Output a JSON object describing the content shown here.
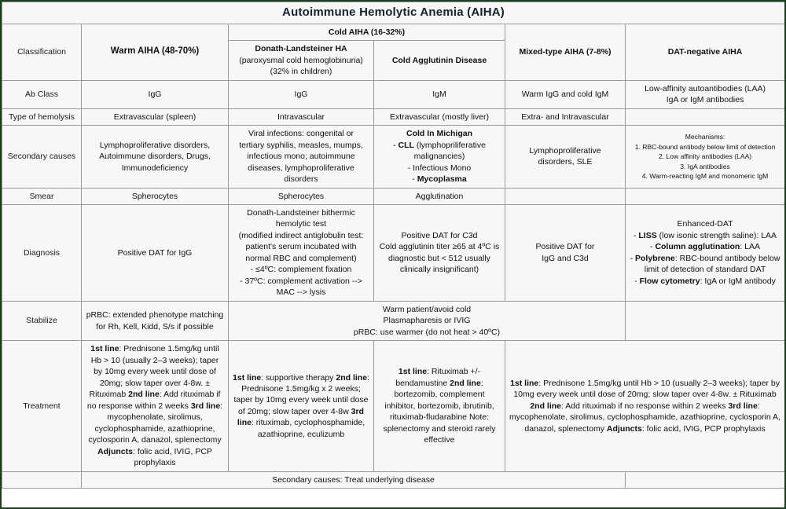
{
  "title": "Autoimmune Hemolytic Anemia (AIHA)",
  "colors": {
    "title_band": "#8ed8f0",
    "warm": "#f2ae93",
    "cold": "#d4ecf7",
    "mixed": "#c3dcb5",
    "row_header": "#e4e4e4",
    "cell": "#f7f7f7",
    "border": "#9a9a9a",
    "outer_border": "#1d3b1f"
  },
  "row_headers": {
    "classification": "Classification",
    "ab_class": "Ab Class",
    "type_of_hemolysis": "Type of hemolysis",
    "secondary_causes": "Secondary causes",
    "smear": "Smear",
    "diagnosis": "Diagnosis",
    "stabilize": "Stabilize",
    "treatment": "Treatment"
  },
  "classification": {
    "warm": "Warm AIHA (48-70%)",
    "cold_group": "Cold AIHA (16-32%)",
    "dl_line1": "Donath-Landsteiner HA",
    "dl_line2": "(paroxysmal cold hemoglobinuria)",
    "dl_line3": "(32% in children)",
    "cad": "Cold Agglutinin Disease",
    "mixed": "Mixed-type AIHA (7-8%)",
    "dat_negative": "DAT-negative AIHA"
  },
  "ab_class": {
    "warm": "IgG",
    "dl": "IgG",
    "cad": "IgM",
    "mixed": "Warm IgG and cold IgM",
    "dat_line1": "Low-affinity autoantibodies (LAA)",
    "dat_line2": "IgA or IgM antibodies"
  },
  "type_of_hemolysis": {
    "warm": "Extravascular (spleen)",
    "dl": "Intravascular",
    "cad": "Extravascular (mostly liver)",
    "mixed": "Extra- and Intravascular",
    "dat": ""
  },
  "secondary_causes": {
    "warm_line1": "Lymphoproliferative disorders,",
    "warm_line2": "Autoimmune disorders, Drugs,",
    "warm_line3": "Immunodeficiency",
    "dl_line1": "Viral infections: congenital or",
    "dl_line2": "tertiary syphilis, measles, mumps,",
    "dl_line3": "infectious mono; autoimmune",
    "dl_line4": "diseases, lymphoproliferative",
    "dl_line5": "disorders",
    "cad_title": "Cold In Michigan",
    "cad_item1_bold": "CLL",
    "cad_item1_rest": " (lymphopriliferative",
    "cad_item1_cont": "malignancies)",
    "cad_item2": "- Infectious Mono",
    "cad_item3_bold": "Mycoplasma",
    "mixed_line1": "Lymphoproliferative",
    "mixed_line2": "disorders,  SLE",
    "dat_title": "Mechanisms:",
    "dat_item1": "1. RBC-bound antibody below limit of detection",
    "dat_item2": "2. Low affinity antibodies (LAA)",
    "dat_item3": "3. IgA antibodies",
    "dat_item4": "4. Warm-reacting IgM and monomeric IgM"
  },
  "smear": {
    "warm": "Spherocytes",
    "dl": "Spherocytes",
    "cad": "Agglutination",
    "mixed": "",
    "dat": ""
  },
  "diagnosis": {
    "warm": "Positive DAT for IgG",
    "dl_line1": "Donath-Landsteiner bithermic",
    "dl_line2": "hemolytic test",
    "dl_line3": "(modified indirect antiglobulin test:",
    "dl_line4": "patient's serum incubated with",
    "dl_line5": "normal RBC and complement)",
    "dl_line6": "-  ≤4ºC: complement fixation",
    "dl_line7": "- 37ºC: complement activation -->",
    "dl_line8": "MAC --> lysis",
    "cad_line1": "Positive DAT for C3d",
    "cad_line2": "Cold agglutinin titer ≥65 at 4ºC is",
    "cad_line3": "diagnostic but < 512 usually",
    "cad_line4": "clinically insignificant)",
    "mixed_line1": "Positive DAT for",
    "mixed_line2": "IgG and C3d",
    "dat_title": "Enhanced-DAT",
    "dat_item1_pre": "- ",
    "dat_item1_bold": "LISS",
    "dat_item1_rest": " (low isonic strength saline): LAA",
    "dat_item2_bold": "Column agglutination",
    "dat_item2_rest": ": LAA",
    "dat_item3_bold": "Polybrene",
    "dat_item3_rest": ": RBC-bound antibody below",
    "dat_item3_cont": "limit of detection of standard DAT",
    "dat_item4_bold": "Flow cytometry",
    "dat_item4_rest": ": IgA or IgM antibody"
  },
  "stabilize": {
    "warm_line1": "pRBC: extended phenotype matching",
    "warm_line2": "for Rh, Kell, Kidd, S/s if possible",
    "cold_line1": "Warm patient/avoid cold",
    "cold_line2": "Plasmapharesis or IVIG",
    "cold_line3": "pRBC: use warmer (do not heat > 40ºC)",
    "dat": ""
  },
  "treatment": {
    "warm": {
      "l1_label": "1st line",
      "l1_text": ": Prednisone 1.5mg/kg until Hb > 10 (usually 2–3 weeks); taper by 10mg every week until dose of 20mg; slow taper over 4-8w. ± Rituximab",
      "l2_label": "2nd line",
      "l2_text": ": Add rituximab if no response within 2 weeks",
      "l3_label": "3rd line",
      "l3_text": ": mycophenolate, sirolimus, cyclophosphamide, azathioprine, cyclosporin A, danazol, splenectomy",
      "l4_label": "Adjuncts",
      "l4_text": ": folic acid, IVIG, PCP prophylaxis"
    },
    "dl": {
      "l1_label": "1st line",
      "l1_text": ": supportive therapy",
      "l2_label": "2nd line",
      "l2_text": ":  Prednisone 1.5mg/kg x 2 weeks; taper by 10mg every week until dose of 20mg; slow taper over 4-8w",
      "l3_label": "3rd line",
      "l3_text": ": rituximab, cyclophosphamide, azathioprine, eculizumb"
    },
    "cad": {
      "l1_label": "1st line",
      "l1_text": ": Rituximab +/- bendamustine",
      "l2_label": "2nd line",
      "l2_text": ": bortezomib, complement inhibitor, bortezomib, ibrutinib, rituximab-fludarabine",
      "note": "Note: splenectomy and steroid rarely effective"
    },
    "mixed_dat": {
      "l1_label": "1st line",
      "l1_text": ": Prednisone 1.5mg/kg until Hb > 10 (usually 2–3 weeks); taper by 10mg every week until dose of 20mg; slow taper over 4-8w. ± Rituximab",
      "l2_label": "2nd line",
      "l2_text": ": Add rituximab if no response within 2 weeks",
      "l3_label": "3rd line",
      "l3_text": ": mycophenolate, sirolimus, cyclophosphamide, azathioprine, cyclosporin A, danazol, splenectomy",
      "l4_label": "Adjuncts",
      "l4_text": ": folic acid, IVIG, PCP prophylaxis"
    }
  },
  "footer": {
    "text": "Secondary causes: Treat underlying disease",
    "trailing": ""
  }
}
